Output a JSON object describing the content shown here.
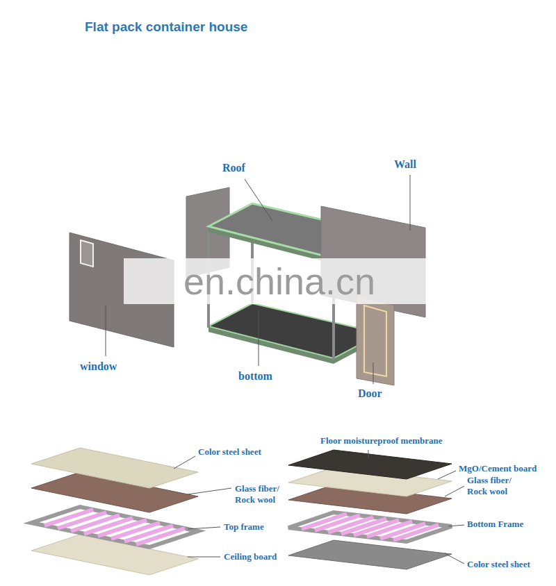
{
  "diagram": {
    "title": "Flat pack container house",
    "labels": [
      "Roof",
      "Wall",
      "window",
      "bottom",
      "Door",
      "Color steel sheet",
      "Glass fiber/ Rock wool",
      "Top frame",
      "Ceiling board",
      "Floor moistureproof membrane",
      "MgO/Cement board",
      "Glass fiber/ Rock wool",
      "Bottom Frame",
      "Color steel sheet",
      "en.china.cn"
    ]
  }
}
